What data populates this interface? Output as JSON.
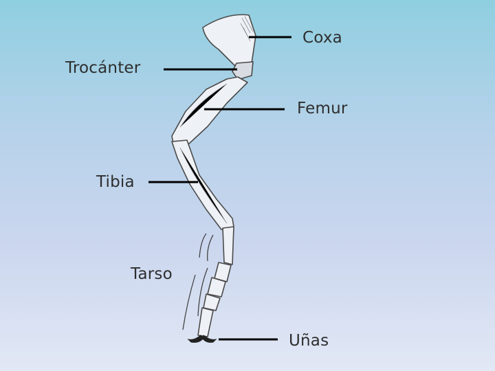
{
  "labels": {
    "coxa": "Coxa",
    "trocanter": "Trocánter",
    "femur": "Femur",
    "tibia": "Tibia",
    "tarso": "Tarso",
    "unas": "Uñas"
  },
  "colors": {
    "background_top": "#8fcfe0",
    "background_bottom": "#e2e8f5",
    "text": "#2e2e2e",
    "leader_line": "#000000"
  }
}
